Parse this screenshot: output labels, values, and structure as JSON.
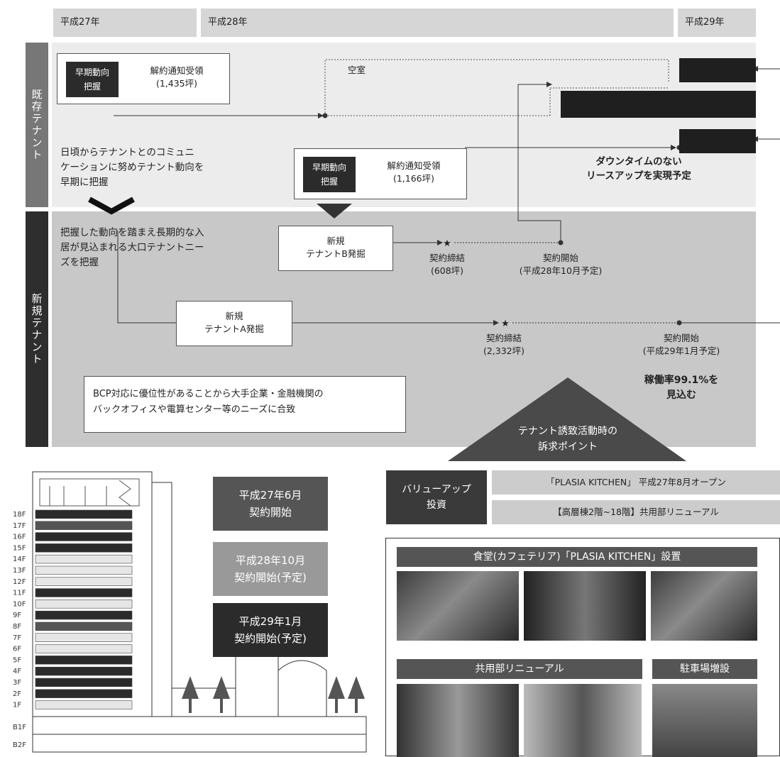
{
  "timeline": {
    "years": [
      "平成27年",
      "平成28年",
      "平成29年"
    ],
    "row_labels": {
      "existing": "既存テナント",
      "new": "新規テナント"
    }
  },
  "existing": {
    "early_box_1": {
      "tag": "早期動向\n把握",
      "text": "解約通知受領\n(1,435坪)"
    },
    "vacancy_label": "空室",
    "note": "日頃からテナントとのコミュニ\nケーションに努めテナント動向を\n早期に把握",
    "early_box_2": {
      "tag": "早期動向\n把握",
      "text": "解約通知受領\n(1,166坪)"
    },
    "downtime_text": "ダウンタイムのない\nリースアップを実現予定"
  },
  "new_tenant": {
    "note": "把握した動向を踏まえ長期的な入\n居が見込まれる大口テナントニー\nズを把握",
    "tenant_b": "新規\nテナントB発掘",
    "b_contract": "契約締結\n(608坪)",
    "b_start": "契約開始\n(平成28年10月予定)",
    "tenant_a": "新規\nテナントA発掘",
    "a_contract": "契約締結\n(2,332坪)",
    "a_start": "契約開始\n(平成29年1月予定)",
    "occupancy": "稼働率99.1%を\n見込む",
    "bcp_note": "BCP対応に優位性があることから大手企業・金融機関の\nバックオフィスや電算センター等のニーズに合致",
    "appeal": "テナント誘致活動時の\n訴求ポイント"
  },
  "building": {
    "floors": [
      "18F",
      "17F",
      "16F",
      "15F",
      "14F",
      "13F",
      "12F",
      "11F",
      "10F",
      "9F",
      "8F",
      "7F",
      "6F",
      "5F",
      "4F",
      "3F",
      "2F",
      "1F",
      "B1F",
      "B2F"
    ],
    "legend": [
      {
        "label": "平成27年6月\n契約開始",
        "color": "#555555"
      },
      {
        "label": "平成28年10月\n契約開始(予定)",
        "color": "#999999"
      },
      {
        "label": "平成29年1月\n契約開始(予定)",
        "color": "#2b2b2b"
      }
    ]
  },
  "value_up": {
    "label": "バリューアップ\n投資",
    "items": [
      "「PLASIA KITCHEN」 平成27年8月オープン",
      "【高層棟2階~18階】共用部リニューアル"
    ]
  },
  "photos": {
    "cafeteria_title": "食堂(カフェテリア)「PLASIA KITCHEN」設置",
    "common_title": "共用部リニューアル",
    "parking_title": "駐車場増設"
  },
  "colors": {
    "dark": "#2b2b2b",
    "mid": "#555555",
    "light": "#999999",
    "band1": "#ececec",
    "band2": "#c8c8c8"
  }
}
